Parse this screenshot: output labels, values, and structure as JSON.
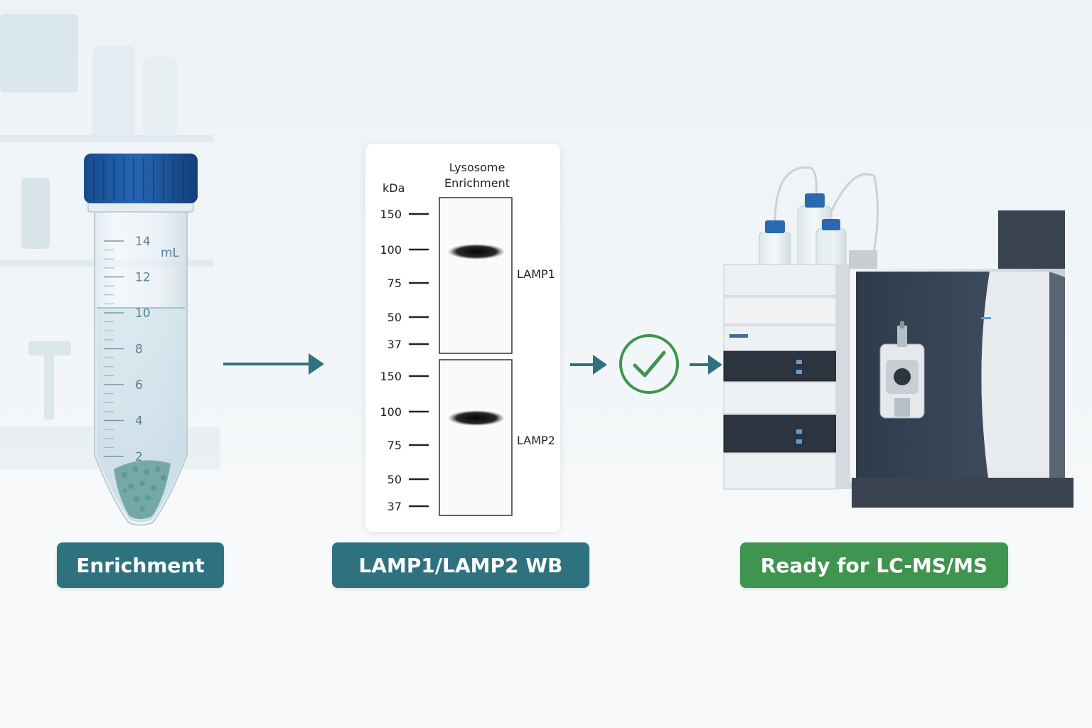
{
  "steps": [
    {
      "label": "Enrichment",
      "color": "#2e7280"
    },
    {
      "label": "LAMP1/LAMP2 WB",
      "color": "#2e7280"
    },
    {
      "label": "Ready for LC-MS/MS",
      "color": "#3f944f"
    }
  ],
  "tube": {
    "unit": "mL",
    "graduations": [
      "14",
      "12",
      "10",
      "8",
      "6",
      "4",
      "2"
    ],
    "cap_color": "#1d57a0"
  },
  "western_blot": {
    "lane_header": "Lysosome Enrichment",
    "unit_label": "kDa",
    "panels": [
      {
        "protein": "LAMP1",
        "markers": [
          "150",
          "100",
          "75",
          "50",
          "37"
        ]
      },
      {
        "protein": "LAMP2",
        "markers": [
          "150",
          "100",
          "75",
          "50",
          "37"
        ]
      }
    ]
  },
  "colors": {
    "arrow": "#2e7280",
    "check": "#3f944f"
  },
  "icons": [
    "arrow-right-icon",
    "checkmark-circle-icon"
  ]
}
